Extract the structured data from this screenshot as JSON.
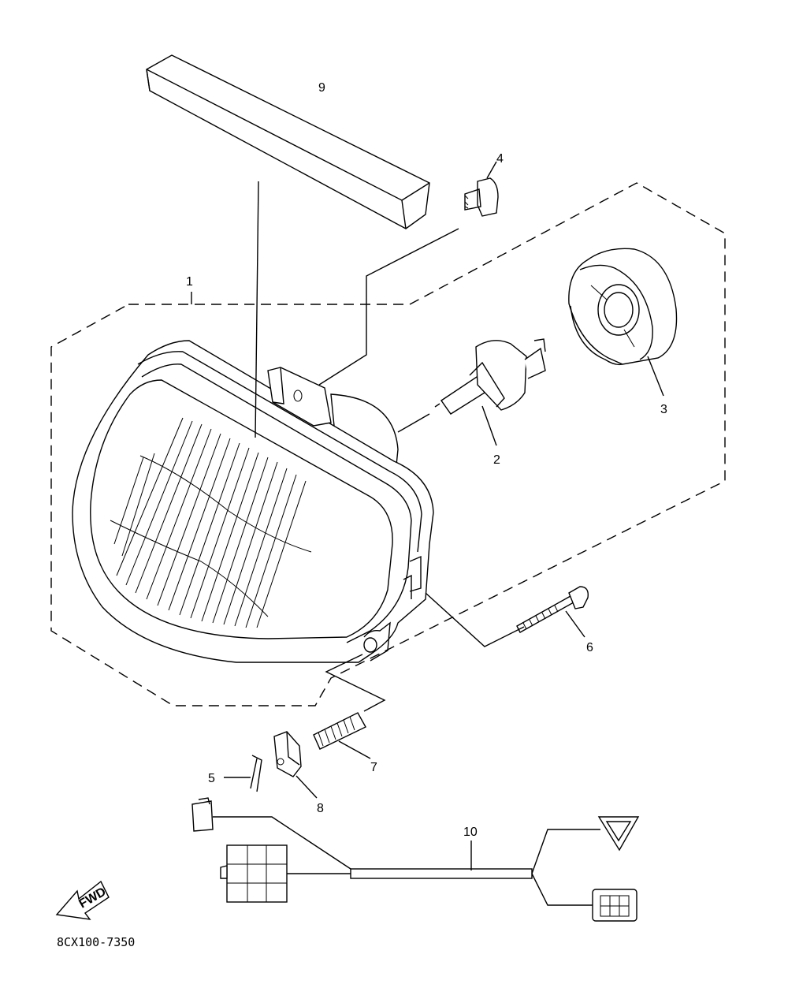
{
  "callouts": [
    "1",
    "2",
    "3",
    "4",
    "5",
    "6",
    "7",
    "8",
    "9",
    "10"
  ],
  "fwd_label": "FWD",
  "diagram_code": "8CX100-7350"
}
